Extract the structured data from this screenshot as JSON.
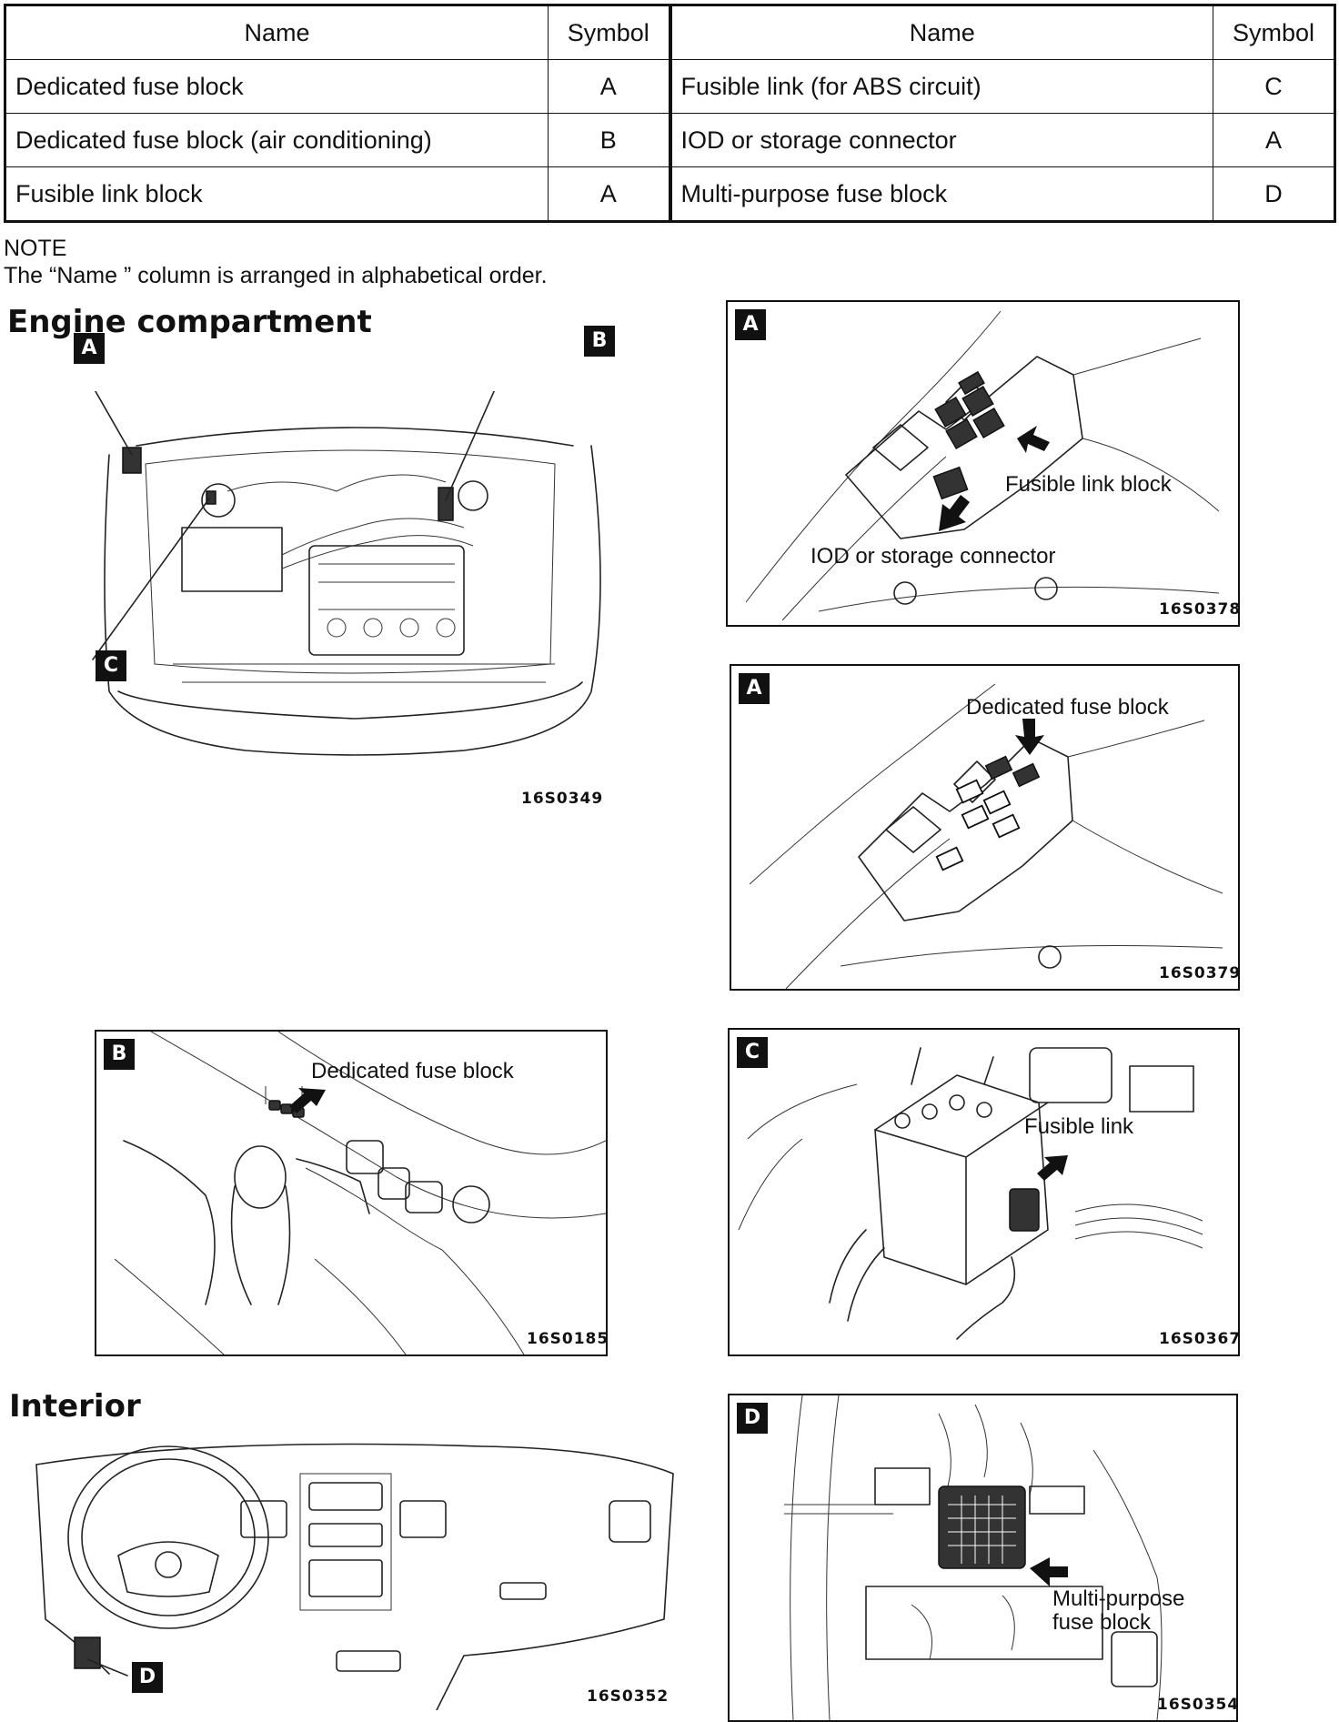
{
  "table": {
    "headers": [
      "Name",
      "Symbol",
      "Name",
      "Symbol"
    ],
    "rows": [
      {
        "name_left": "Dedicated fuse block",
        "symbol_left": "A",
        "name_right": "Fusible link (for ABS circuit)",
        "symbol_right": "C"
      },
      {
        "name_left": "Dedicated fuse block (air conditioning)",
        "symbol_left": "B",
        "name_right": "IOD or storage connector",
        "symbol_right": "A"
      },
      {
        "name_left": "Fusible link block",
        "symbol_left": "A",
        "name_right": "Multi-purpose fuse block",
        "symbol_right": "D"
      }
    ]
  },
  "note": {
    "heading": "NOTE",
    "text": "The “Name ” column is arranged in alphabetical order."
  },
  "sections": {
    "engine": "Engine compartment",
    "interior": "Interior"
  },
  "figures": {
    "engine_overview": {
      "labels": [
        "A",
        "B",
        "C"
      ],
      "code": "16S0349"
    },
    "panel_a1": {
      "badge": "A",
      "callouts": [
        "Fusible link block",
        "IOD or storage connector"
      ],
      "code": "16S0378"
    },
    "panel_a2": {
      "badge": "A",
      "callouts": [
        "Dedicated fuse block"
      ],
      "code": "16S0379"
    },
    "panel_b": {
      "badge": "B",
      "callouts": [
        "Dedicated fuse block"
      ],
      "code": "16S0185"
    },
    "panel_c": {
      "badge": "C",
      "callouts": [
        "Fusible link"
      ],
      "code": "16S0367"
    },
    "interior_overview": {
      "labels": [
        "D"
      ],
      "code": "16S0352"
    },
    "panel_d": {
      "badge": "D",
      "callouts": [
        "Multi-purpose",
        "fuse block"
      ],
      "code": "16S0354"
    }
  }
}
